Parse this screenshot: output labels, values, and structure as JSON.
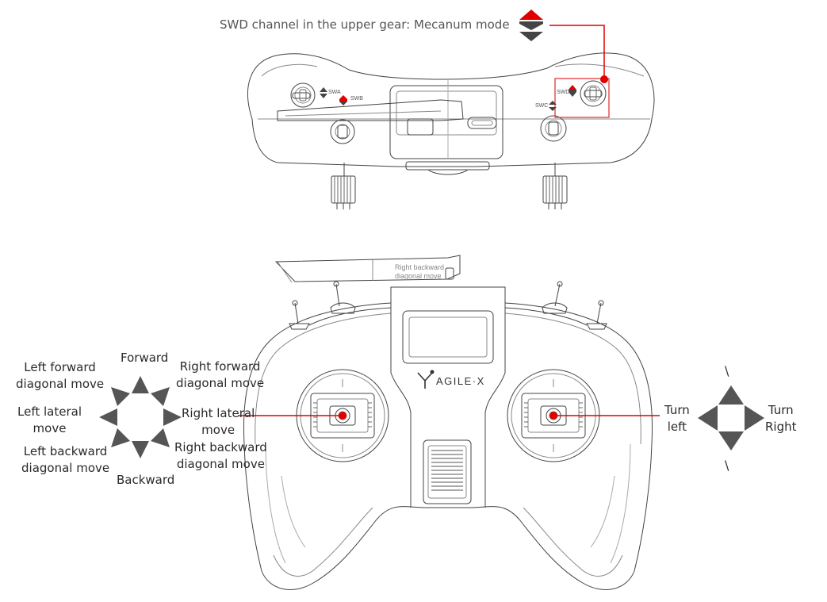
{
  "colors": {
    "accent": "#e00000",
    "arrow": "#555555",
    "line": "#444444",
    "box": "#e23a3a"
  },
  "top_view": {
    "caption": "SWD channel in the upper gear: Mecanum mode",
    "switch_labels": {
      "swa": "SWA",
      "swb": "SWB",
      "swc": "SWC",
      "swd": "SWD"
    }
  },
  "front_view": {
    "brand": "AGILE·X",
    "antenna_label": "Right backward\ndiagonal move",
    "left_stick_directions": {
      "forward": "Forward",
      "left_forward": "Left forward\ndiagonal move",
      "right_forward": "Right forward\ndiagonal move",
      "left_lateral": "Left lateral\nmove",
      "right_lateral": "Right lateral\nmove",
      "left_backward": "Left backward\ndiagonal move",
      "right_backward": "Right backward\ndiagonal move",
      "backward": "Backward"
    },
    "right_stick_directions": {
      "turn_left": "Turn\nleft",
      "turn_right": "Turn\nRight",
      "up_mark": "\\",
      "down_mark": "\\"
    }
  },
  "icons": {
    "mode_switch": "up-down-arrow-icon",
    "left_stick_pad": "eight-way-arrow-icon",
    "right_stick_pad": "four-way-arrow-icon",
    "brand_logo": "agilex-logo-icon"
  }
}
